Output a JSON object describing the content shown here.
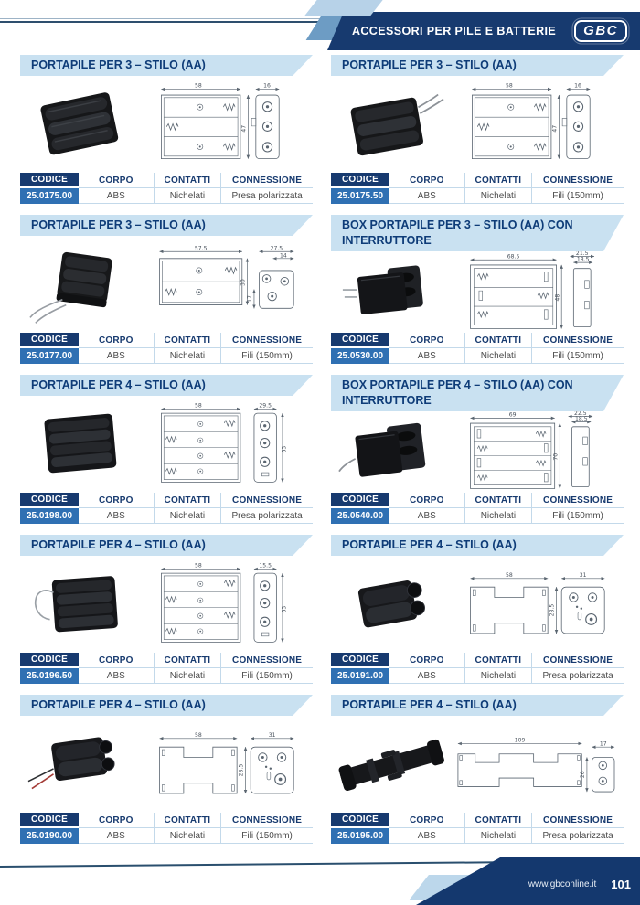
{
  "header": {
    "title": "ACCESSORI PER PILE E BATTERIE",
    "logo": "GBC"
  },
  "footer": {
    "website": "www.gbconline.it",
    "page_number": "101"
  },
  "colors": {
    "navy": "#173a6f",
    "code_blue": "#2f70b3",
    "title_bar": "#c9e1f1"
  },
  "table_headers": {
    "codice": "CODICE",
    "corpo": "CORPO",
    "contatti": "CONTATTI",
    "connessione": "CONNESSIONE"
  },
  "products": [
    {
      "title": "PORTAPILE PER 3 – STILO (AA)",
      "codice": "25.0175.00",
      "corpo": "ABS",
      "contatti": "Nichelati",
      "connessione": "Presa polarizzata",
      "dims": {
        "w": "58",
        "sw": "16",
        "h": "47"
      }
    },
    {
      "title": "PORTAPILE PER 3 – STILO (AA)",
      "codice": "25.0175.50",
      "corpo": "ABS",
      "contatti": "Nichelati",
      "connessione": "Fili (150mm)",
      "dims": {
        "w": "58",
        "sw": "16",
        "h": "47"
      }
    },
    {
      "title": "PORTAPILE PER 3 – STILO (AA)",
      "codice": "25.0177.00",
      "corpo": "ABS",
      "contatti": "Nichelati",
      "connessione": "Fili (150mm)",
      "dims": {
        "w": "57.5",
        "sw": "27.5",
        "sw2": "14",
        "h": "30",
        "h2": "17"
      }
    },
    {
      "title": "BOX PORTAPILE PER 3 – STILO (AA) CON INTERRUTTORE",
      "codice": "25.0530.00",
      "corpo": "ABS",
      "contatti": "Nichelati",
      "connessione": "Fili (150mm)",
      "dims": {
        "w": "68.5",
        "sw": "21.5",
        "sw2": "18.5",
        "h": "48"
      }
    },
    {
      "title": "PORTAPILE PER 4 – STILO (AA)",
      "codice": "25.0198.00",
      "corpo": "ABS",
      "contatti": "Nichelati",
      "connessione": "Presa polarizzata",
      "dims": {
        "w": "58",
        "sw": "29.5",
        "h": "63"
      }
    },
    {
      "title": "BOX PORTAPILE PER 4 – STILO (AA) CON INTERRUTTORE",
      "codice": "25.0540.00",
      "corpo": "ABS",
      "contatti": "Nichelati",
      "connessione": "Fili (150mm)",
      "dims": {
        "w": "69",
        "sw": "22.5",
        "sw2": "18.5",
        "h": "70"
      }
    },
    {
      "title": "PORTAPILE PER 4 – STILO (AA)",
      "codice": "25.0196.50",
      "corpo": "ABS",
      "contatti": "Nichelati",
      "connessione": "Fili (150mm)",
      "dims": {
        "w": "58",
        "sw": "15.5",
        "h": "63"
      }
    },
    {
      "title": "PORTAPILE PER 4 – STILO (AA)",
      "codice": "25.0191.00",
      "corpo": "ABS",
      "contatti": "Nichelati",
      "connessione": "Presa polarizzata",
      "dims": {
        "w": "58",
        "sw": "31",
        "h": "28.5"
      }
    },
    {
      "title": "PORTAPILE PER 4 – STILO (AA)",
      "codice": "25.0190.00",
      "corpo": "ABS",
      "contatti": "Nichelati",
      "connessione": "Fili (150mm)",
      "dims": {
        "w": "58",
        "sw": "31",
        "h": "28.5"
      }
    },
    {
      "title": "PORTAPILE PER 4 – STILO (AA)",
      "codice": "25.0195.00",
      "corpo": "ABS",
      "contatti": "Nichelati",
      "connessione": "Presa polarizzata",
      "dims": {
        "w": "109",
        "sw": "17",
        "h": "26"
      }
    }
  ]
}
